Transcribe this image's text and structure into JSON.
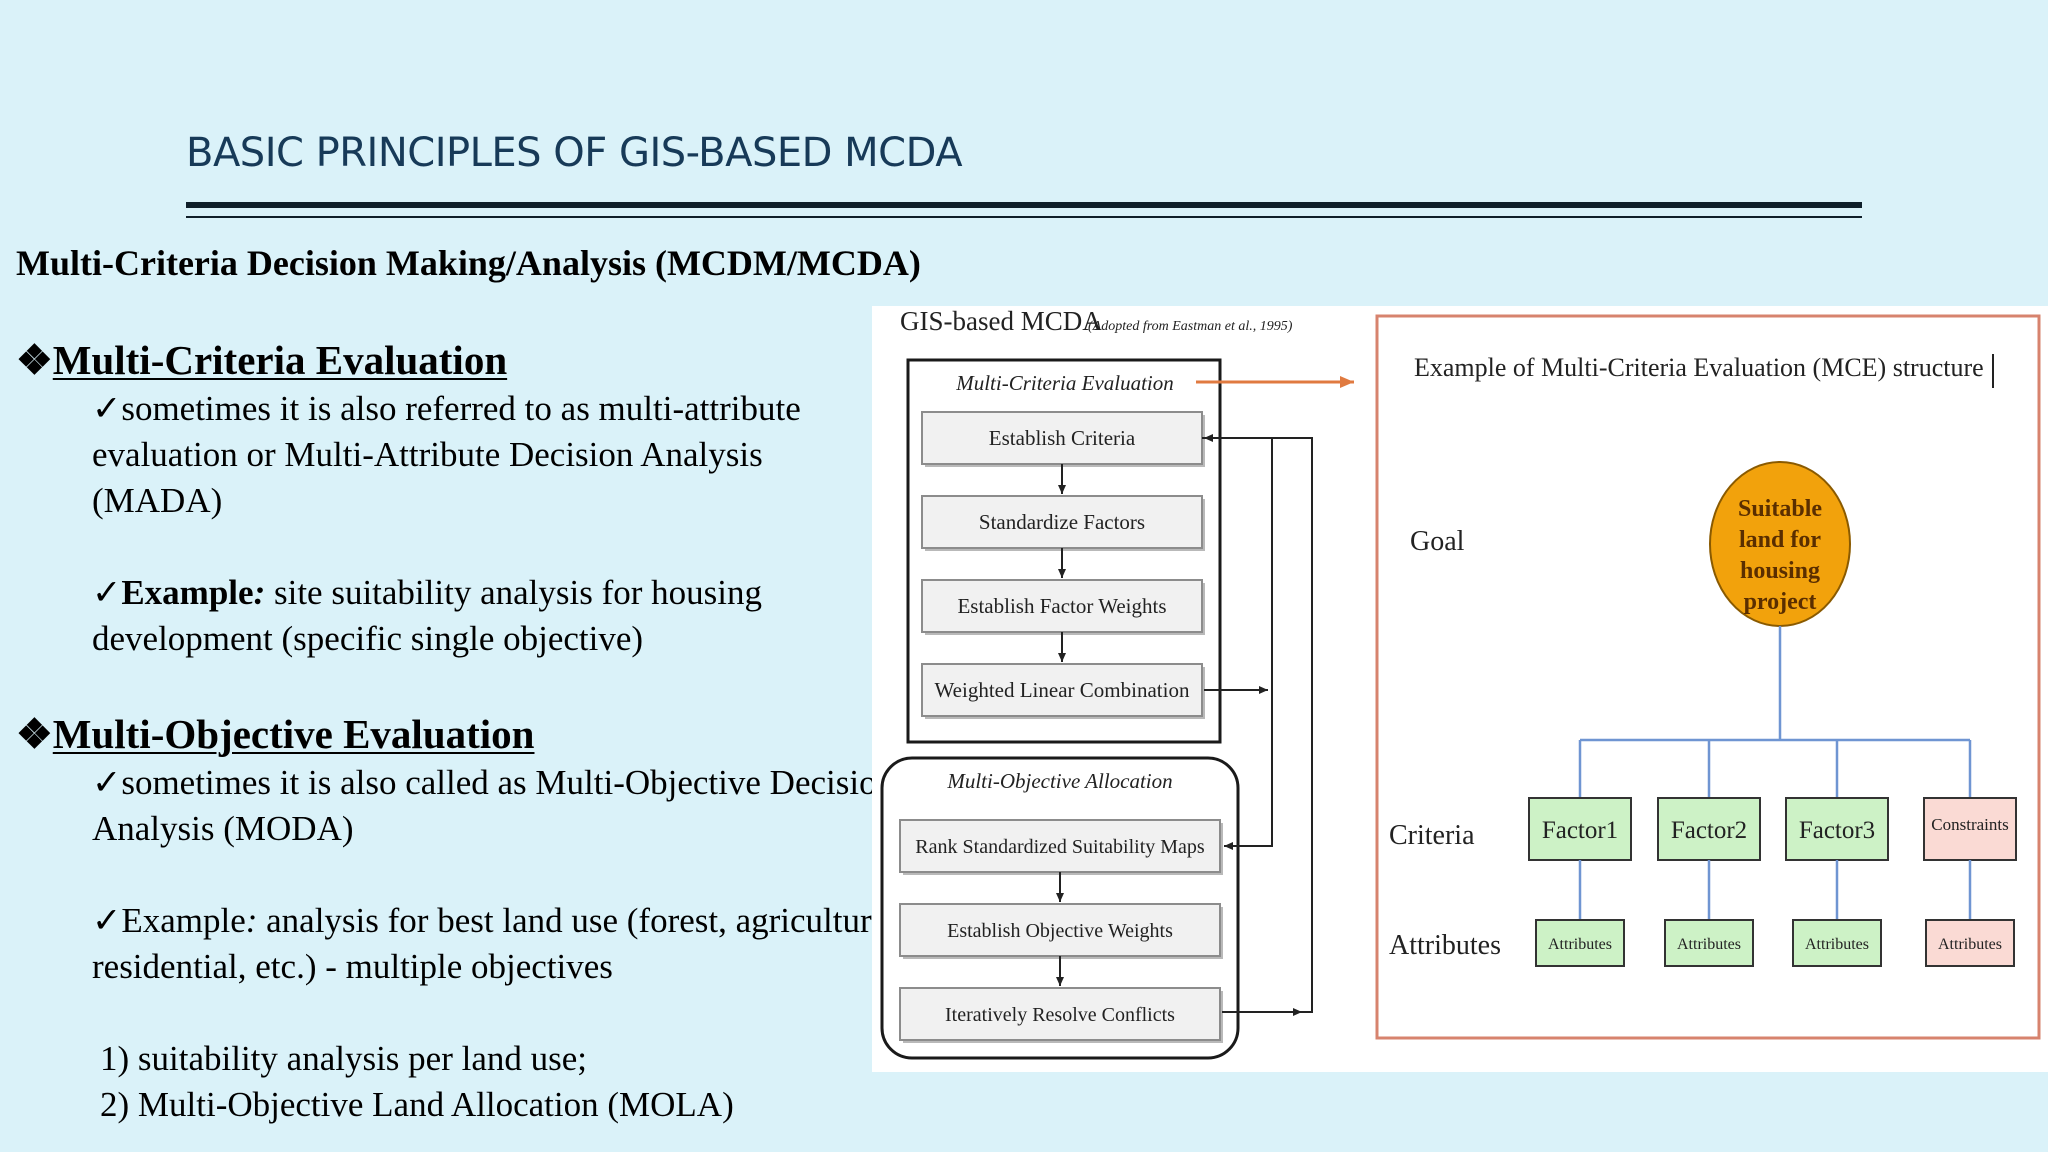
{
  "slide": {
    "title": "BASIC PRINCIPLES OF GIS-BASED MCDA",
    "subtitle": "Multi-Criteria Decision Making/Analysis (MCDM/MCDA)"
  },
  "mce": {
    "bullet": "❖",
    "heading": "Multi-Criteria Evaluation",
    "check": "✓",
    "desc_line1": "sometimes it is also referred to as multi-attribute",
    "desc_line2": "evaluation or Multi-Attribute Decision Analysis",
    "desc_line3": "(MADA)",
    "example_label": "Example",
    "example_colon": ":",
    "example_line1": " site suitability analysis for housing",
    "example_line2": "development (specific single objective)"
  },
  "moe": {
    "bullet": "❖",
    "heading": "Multi-Objective Evaluation",
    "check": "✓",
    "desc_line1": "sometimes it is also called as Multi-Objective Decision",
    "desc_line2": "Analysis (MODA)",
    "example_label": "Example",
    "example_colon": ":",
    "example_line1": " analysis for best land use (forest, agriculture,",
    "example_line2": "residential, etc.) - multiple objectives",
    "item1": "1) suitability analysis per land use;",
    "item2": "2) Multi-Objective Land Allocation (MOLA)"
  },
  "figure": {
    "left": {
      "title": "GIS-based MCDA",
      "source": "(Adopted from Eastman et al., 1995)",
      "mce_group_label": "Multi-Criteria Evaluation",
      "mce_steps": [
        "Establish Criteria",
        "Standardize Factors",
        "Establish Factor Weights",
        "Weighted Linear Combination"
      ],
      "moa_group_label": "Multi-Objective Allocation",
      "moa_steps": [
        "Rank Standardized Suitability Maps",
        "Establish Objective Weights",
        "Iteratively Resolve Conflicts"
      ]
    },
    "right": {
      "title": "Example of  Multi-Criteria Evaluation (MCE) structure",
      "goal_label": "Goal",
      "criteria_label": "Criteria",
      "attributes_label": "Attributes",
      "goal_lines": [
        "Suitable",
        "land for",
        "housing",
        "project"
      ],
      "criteria": [
        "Factor1",
        "Factor2",
        "Factor3",
        "Constraints"
      ],
      "attributes": [
        "Attributes",
        "Attributes",
        "Attributes",
        "Attributes"
      ]
    }
  },
  "colors": {
    "background": "#daf2f9",
    "title": "#173a58",
    "goal_fill": "#f2a20c",
    "factor_fill": "#cdf2c6",
    "constraint_fill": "#fadad4",
    "connector_blue": "#6f95d2",
    "orange_arrow": "#e07a40",
    "frame_red": "#d7836e"
  }
}
